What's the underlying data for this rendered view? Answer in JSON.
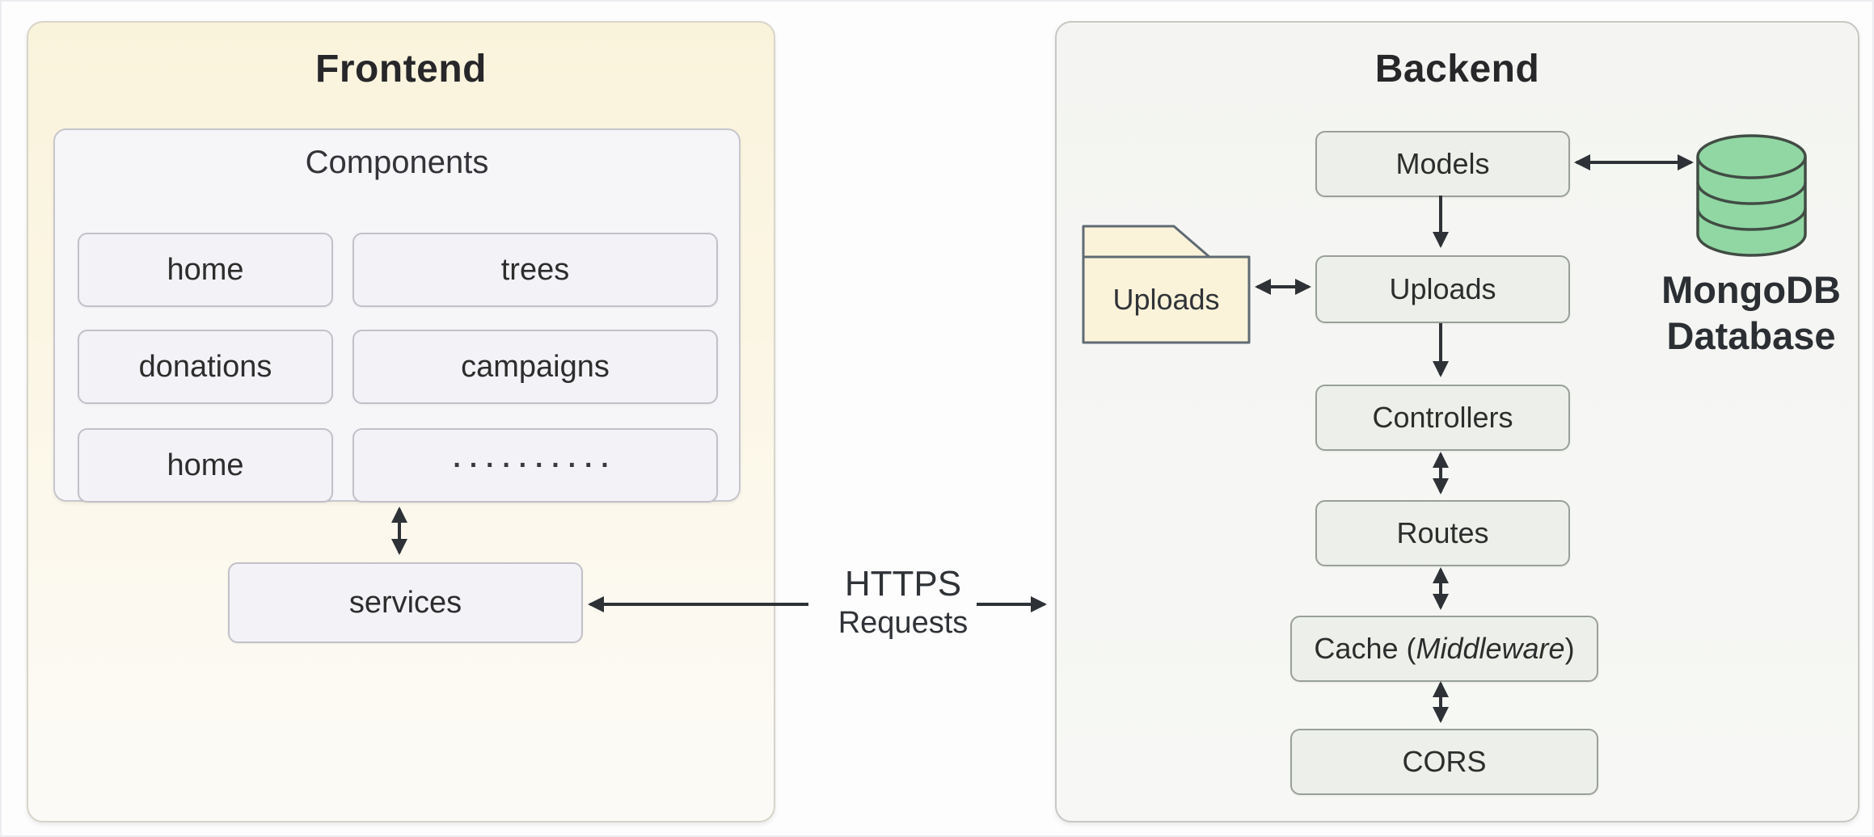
{
  "frontend": {
    "title": "Frontend",
    "components": {
      "title": "Components",
      "items": [
        "home",
        "trees",
        "donations",
        "campaigns",
        "home",
        "··········"
      ]
    },
    "services_label": "services"
  },
  "connection": {
    "protocol": "HTTPS",
    "type": "Requests"
  },
  "backend": {
    "title": "Backend",
    "stack": {
      "models": "Models",
      "uploads": "Uploads",
      "controllers": "Controllers",
      "routes": "Routes",
      "cache_prefix": "Cache (",
      "cache_emphasis": "Middleware",
      "cache_suffix": ")",
      "cors": "CORS"
    },
    "folder_label": "Uploads",
    "database_label": {
      "line1": "MongoDB",
      "line2": "Database"
    }
  },
  "icons": {
    "folder": "folder-icon",
    "database": "database-cylinder-icon",
    "arrows": "double-and-single-headed-arrows"
  },
  "colors": {
    "frontend_panel_top": "#faf3dc",
    "frontend_panel_bottom": "#fbfaf6",
    "frontend_panel_border": "#d7d4c9",
    "components_box_bg": "#f6f5f8",
    "components_box_border": "#c7c6cd",
    "item_bg": "#f3f2f6",
    "item_border": "#c2c1c9",
    "backend_panel_bg": "#f4f5f2",
    "backend_panel_border": "#c6c8c3",
    "stack_box_bg": "#edf0ea",
    "stack_box_border": "#99a099",
    "folder_bg": "#fbf3d9",
    "folder_border": "#5f6a73",
    "database_green": "#90d7a3",
    "database_outline": "#414c44",
    "arrow": "#2e3236",
    "text": "#2d2d2d",
    "title": "#27272a"
  }
}
